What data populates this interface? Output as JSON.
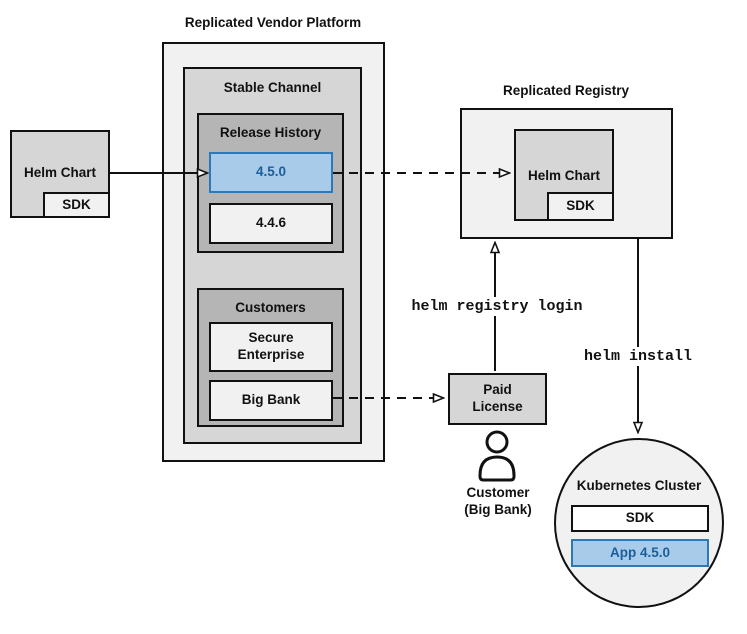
{
  "vendor_platform": {
    "title": "Replicated Vendor Platform",
    "stable_channel": {
      "title": "Stable Channel",
      "release_history": {
        "title": "Release History",
        "versions": [
          {
            "label": "4.5.0",
            "highlighted": true
          },
          {
            "label": "4.4.6",
            "highlighted": false
          }
        ]
      },
      "customers": {
        "title": "Customers",
        "items": [
          {
            "label": "Secure Enterprise"
          },
          {
            "label": "Big Bank"
          }
        ]
      }
    }
  },
  "source_chart": {
    "label": "Helm Chart",
    "sdk_label": "SDK"
  },
  "registry": {
    "title": "Replicated Registry",
    "chart_label": "Helm Chart",
    "sdk_label": "SDK"
  },
  "license": {
    "label": "Paid License"
  },
  "customer": {
    "icon": "person-icon",
    "name_line1": "Customer",
    "name_line2": "(Big Bank)"
  },
  "commands": {
    "registry_login": "helm registry login",
    "install": "helm install"
  },
  "cluster": {
    "title": "Kubernetes Cluster",
    "sdk_label": "SDK",
    "app_label": "App 4.5.0"
  },
  "colors": {
    "highlight_fill": "#a8cbe9",
    "highlight_border": "#2d79b8",
    "highlight_text": "#1b5e9d",
    "box_light": "#f1f1f1",
    "box_mid": "#d6d6d6",
    "box_dark": "#b5b5b5",
    "line": "#111111"
  }
}
